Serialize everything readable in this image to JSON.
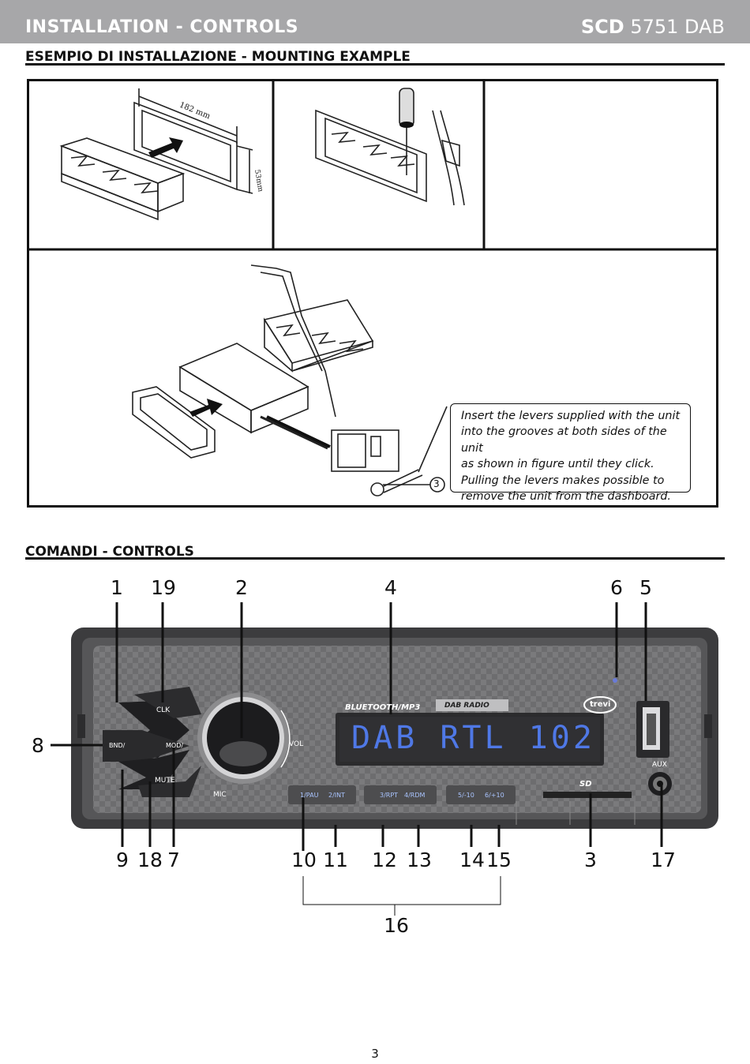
{
  "header": {
    "title": "INSTALLATION - CONTROLS",
    "model_bold": "SCD",
    "model_rest": "5751 DAB"
  },
  "mounting": {
    "title": "ESEMPIO DI INSTALLAZIONE - MOUNTING EXAMPLE",
    "dim_width": "182 mm",
    "dim_height": "53mm",
    "lever_number": "3",
    "note_lines": [
      "Insert the levers supplied with the unit",
      "into the grooves at both sides of the unit",
      "as shown in figure until they click.",
      "Pulling the levers makes possible to",
      "remove the unit from the dashboard."
    ]
  },
  "controls": {
    "title": "COMANDI - CONTROLS",
    "display_text": "DAB RTL 102",
    "brand_text": "BLUETOOTH/MP3",
    "dab_radio": "DAB RADIO",
    "logo": "trevi",
    "button_labels": {
      "clk": "CLK",
      "bnd": "BND/",
      "mod": "MOD/",
      "mute": "MUTE",
      "mic": "MIC",
      "vol": "VOL",
      "b1": "1/PAU",
      "b2": "2/INT",
      "b3": "3/RPT",
      "b4": "4/RDM",
      "b5": "5/-10",
      "b6": "6/+10",
      "sd": "SD",
      "aux": "AUX"
    },
    "callouts": {
      "top": [
        "1",
        "19",
        "2",
        "4",
        "6",
        "5"
      ],
      "left": "8",
      "bottom": [
        "9",
        "18",
        "7",
        "10",
        "11",
        "12",
        "13",
        "14",
        "15",
        "3",
        "17"
      ],
      "group": "16"
    }
  },
  "footer": {
    "page": "3"
  }
}
